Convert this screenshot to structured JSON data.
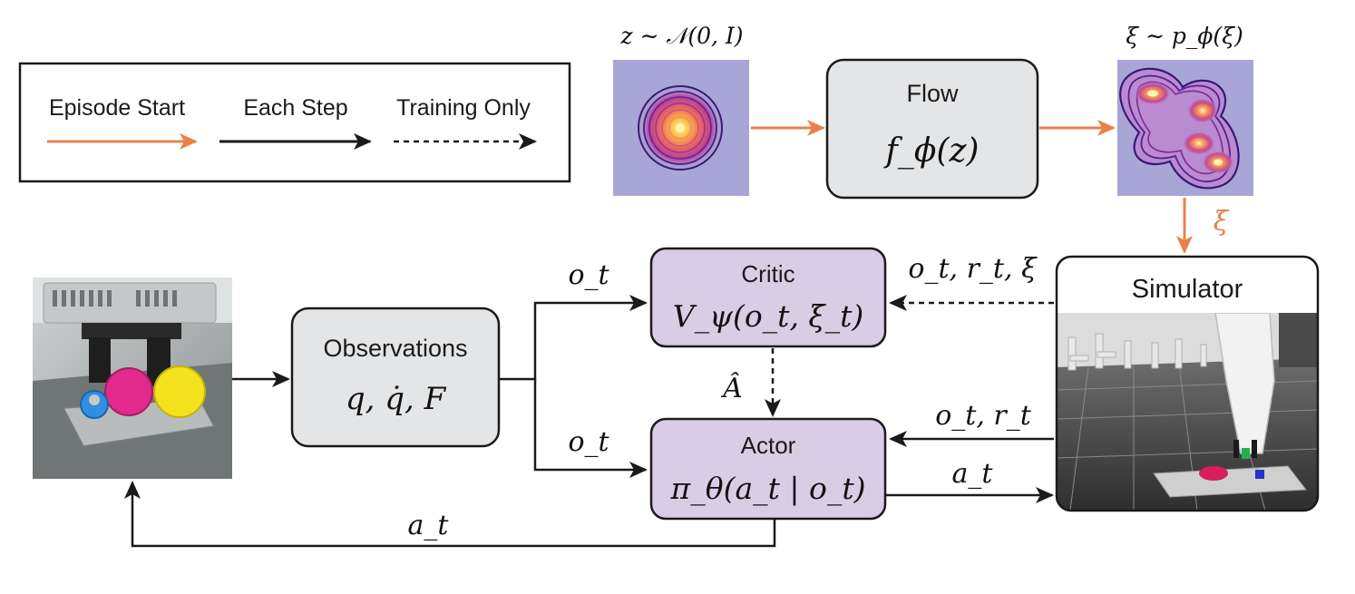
{
  "legend": {
    "episode_start": "Episode Start",
    "each_step": "Each Step",
    "training_only": "Training Only"
  },
  "colors": {
    "orange": "#E8824A",
    "black": "#1a1a1a",
    "gray_box": "#E4E5E7",
    "purple_box": "#D9CDE6",
    "density_bg": "#A8A6D6",
    "contour": "#3B1778"
  },
  "flow": {
    "base_label": "z ∼ 𝒩(0, I)",
    "title": "Flow",
    "formula": "f_ϕ(z)",
    "output_label": "ξ ∼ p_ϕ(ξ)",
    "xi_label": "ξ"
  },
  "observations": {
    "title": "Observations",
    "formula": "q, q̇, F"
  },
  "critic": {
    "title": "Critic",
    "formula": "V_ψ(o_t, ξ_t)"
  },
  "actor": {
    "title": "Actor",
    "formula": "π_θ(a_t | o_t)"
  },
  "simulator": {
    "title": "Simulator"
  },
  "edges": {
    "obs_to_critic": "o_t",
    "obs_to_actor": "o_t",
    "sim_to_critic": "o_t, r_t, ξ",
    "sim_to_actor": "o_t, r_t",
    "actor_to_sim": "a_t",
    "actor_to_robot": "a_t",
    "advantage": "Â"
  },
  "icons": {
    "robot_photo": "robot-gripper-photo",
    "sim_render": "simulated-robot-arms-render"
  }
}
